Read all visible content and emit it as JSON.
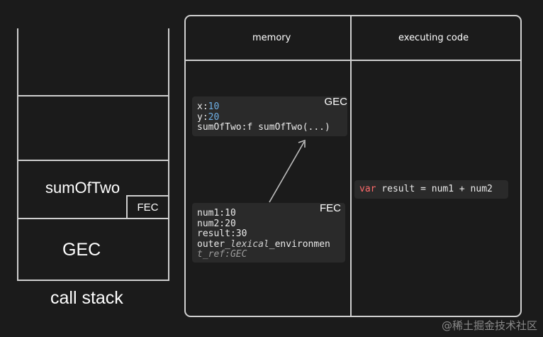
{
  "call_stack": {
    "caption": "call stack",
    "frame_sum": "sumOfTwo",
    "frame_fec": "FEC",
    "frame_gec": "GEC"
  },
  "panel": {
    "memory_header": "memory",
    "code_header": "executing code"
  },
  "gec_card": {
    "title": "GEC",
    "x_key": "x:",
    "x_val": "10",
    "y_key": "y:",
    "y_val": "20",
    "fn_line": "sumOfTwo:f sumOfTwo(...)"
  },
  "fec_card": {
    "title": "FEC",
    "line1": "num1:10",
    "line2": "num2:20",
    "line3": "result:30",
    "line4_a": "outer_",
    "line4_b": "lexical",
    "line4_c": "_environmen",
    "line5_a": "t_",
    "line5_b": "ref:GEC"
  },
  "code_card": {
    "keyword": "var",
    "rest": " result = num1 + num2"
  },
  "watermark": "@稀土掘金技术社区",
  "colors": {
    "background": "#1b1b1b",
    "line": "#cfcfcf",
    "number": "#6fb0e6",
    "keyword": "#ff6b6b",
    "card": "#2a2a2a"
  }
}
